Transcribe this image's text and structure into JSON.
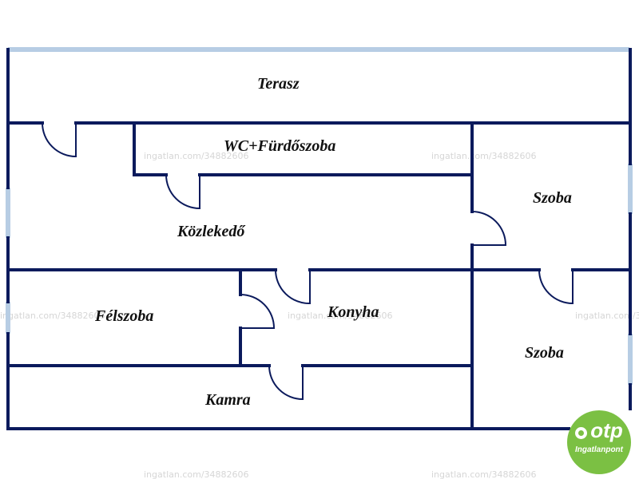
{
  "rooms": {
    "terasz": "Terasz",
    "wc_furdoszoba": "WC+Fürdőszoba",
    "kozlekedo": "Közlekedő",
    "szoba_top": "Szoba",
    "felszoba": "Félszoba",
    "konyha": "Konyha",
    "szoba_bottom": "Szoba",
    "kamra": "Kamra"
  },
  "watermark": "ingatlan.com/34882606",
  "logo": {
    "name": "otp",
    "subtitle": "Ingatlanpont"
  },
  "colors": {
    "wall": "#0b1a5c",
    "window": "#b7cde4",
    "logo_green": "#7bc043"
  },
  "icons": {
    "logo": "otp-logo-icon"
  }
}
